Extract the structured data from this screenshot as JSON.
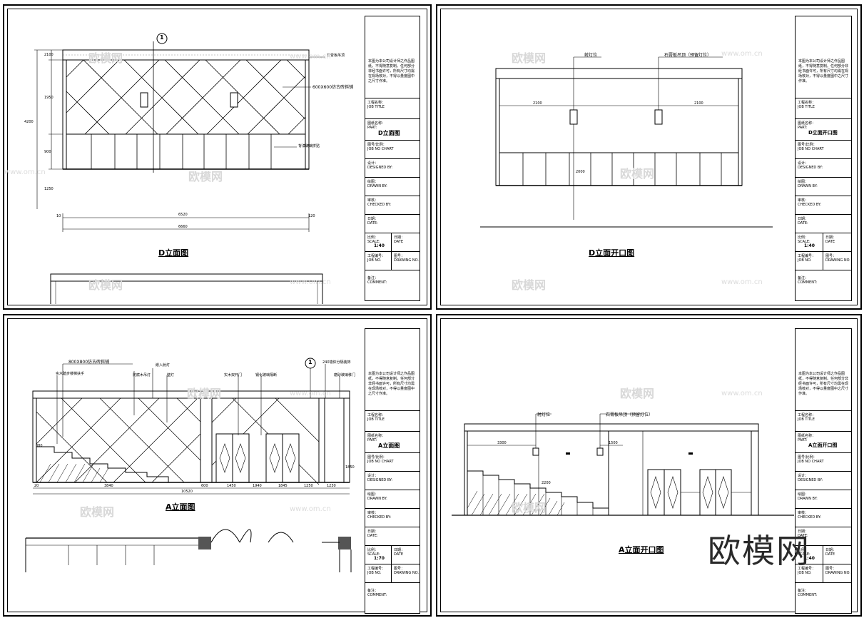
{
  "sheets": [
    {
      "id": "d-elevation",
      "drawing_title": "D立面图",
      "labels": {
        "tile": "600X600仿古砖斜铺",
        "tile_lower": "背漆玻璃拼贴",
        "ceiling": "石膏板吊顶",
        "section_mark": "1"
      },
      "dims": {
        "d1": "2100",
        "d2": "1950",
        "d3": "900",
        "d4": "1250",
        "total_h": "4200",
        "w1": "6520",
        "w2": "6660",
        "e1": "10",
        "e2": "120"
      },
      "scale": "1:40",
      "part_name": "D立面图"
    },
    {
      "id": "d-opening",
      "drawing_title": "D立面开口图",
      "labels": {
        "light": "射灯位",
        "ceiling": "石膏板吊顶（预留灯位）"
      },
      "dims": {
        "d1": "2100",
        "d2": "2100",
        "d3": "2000"
      },
      "scale": "1:40",
      "part_name": "D立面开口图"
    },
    {
      "id": "a-elevation",
      "drawing_title": "A立面图",
      "labels": {
        "tile": "800X800仿古砖斜铺",
        "stair": "实木踏步楼梯扶手",
        "light": "嵌入射灯",
        "lamp1": "防腐木吊灯",
        "lamp2": "壁灯",
        "door": "实木双开门",
        "glass": "钢化玻璃隔断",
        "top": "240墙体分隔装饰",
        "right": "磨砂玻璃移门",
        "section_mark": "1"
      },
      "dims": {
        "w1": "3840",
        "w2": "600",
        "w3": "1450",
        "w4": "1940",
        "w5": "1845",
        "w6": "1250",
        "w7": "1230",
        "total": "10520",
        "h1": "880",
        "h2": "1850",
        "e1": "20"
      },
      "scale": "1:70",
      "part_name": "A立面图"
    },
    {
      "id": "a-opening",
      "drawing_title": "A立面开口图",
      "labels": {
        "light": "射灯位",
        "ceiling": "石膏板吊顶（预留灯位）"
      },
      "dims": {
        "d1": "3300",
        "d2": "1500",
        "d3": "2200"
      },
      "scale": "1:40",
      "part_name": "A立面开口图"
    }
  ],
  "title_block": {
    "note": "本图为本公司设计师之作品图纸，不得随意复制。任何部分非经书面许可，所有尺寸均需在现场核对，不得以量度图中之尺寸作准。",
    "job_title": "工程名称：\nJOB TITLE",
    "part": "图纸名称：\nPART:",
    "chart": "图号/比例：\nJOB NO CHART",
    "designed": "设计：\nDESIGNED BY:",
    "drawn": "绘图：\nDRAWN BY:",
    "checked": "审核：\nCHECKED BY:",
    "date": "日期：\nDATE:",
    "scale": "比例：\nSCALE:",
    "date2": "日期：\nDATE",
    "jobno": "工程编号：\nJOB NO.",
    "drawno": "图号：\nDRAWING NO.",
    "comment": "备注：\nCOMMENT:"
  },
  "watermark": {
    "text": "欧模网",
    "url": "www.om.cn",
    "big": "欧模网"
  },
  "colors": {
    "line": "#000000",
    "paper": "#ffffff",
    "watermark": "#d8d8d8"
  }
}
